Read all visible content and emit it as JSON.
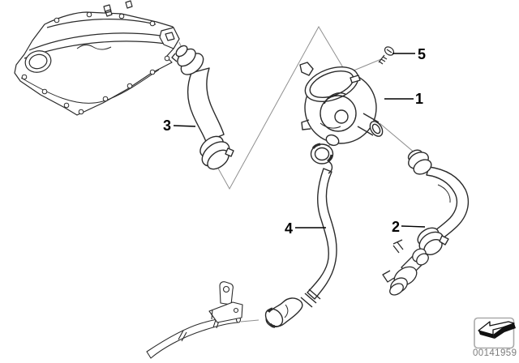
{
  "colors": {
    "background": "#ffffff",
    "line_art": "#2b2b2b",
    "thin_connection_line": "#8f8f8f",
    "label_text": "#000000",
    "image_id_text": "#7c7c7c",
    "stamp_border": "#a9a9a9",
    "arrow_fill": "#111111"
  },
  "diagram": {
    "description_icons": [
      "direction-arrow-icon"
    ],
    "callouts": [
      {
        "label": "1"
      },
      {
        "label": "2"
      },
      {
        "label": "3"
      },
      {
        "label": "4"
      },
      {
        "label": "5"
      }
    ]
  },
  "stamp": {
    "image_id": "00141959"
  }
}
